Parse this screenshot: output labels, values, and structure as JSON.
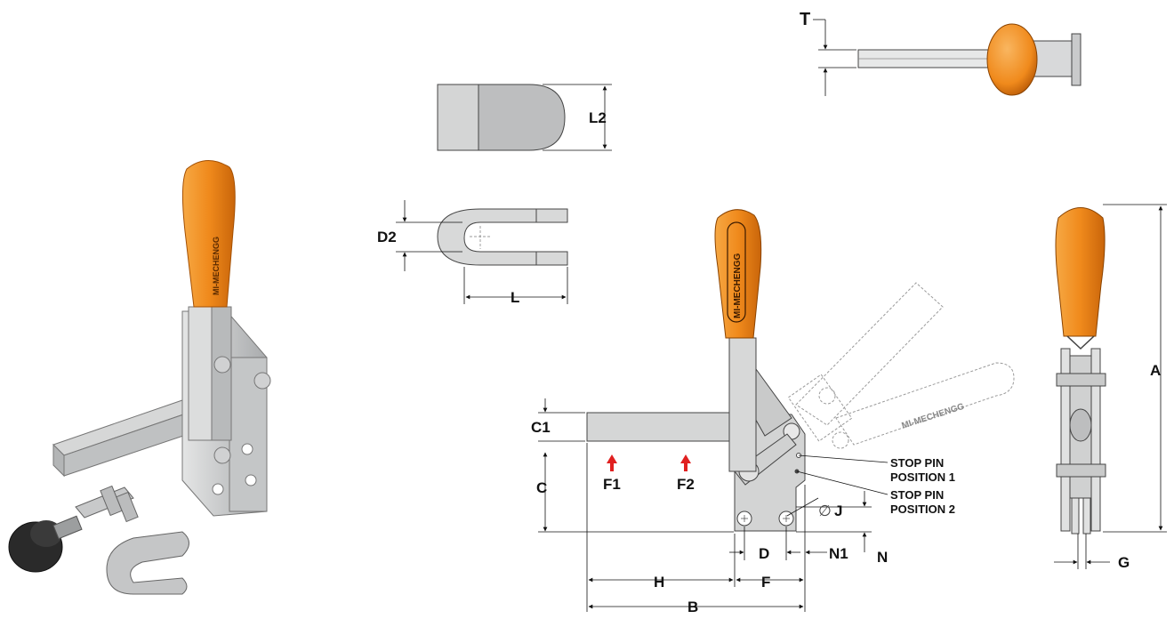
{
  "labels": {
    "T": "T",
    "L2": "L2",
    "D2": "D2",
    "L": "L",
    "A": "A",
    "C1": "C1",
    "C": "C",
    "F1": "F1",
    "F2": "F2",
    "J": "J",
    "D": "D",
    "N1": "N1",
    "N": "N",
    "H": "H",
    "F": "F",
    "B": "B",
    "G": "G",
    "stop_pin_1_line1": "STOP PIN",
    "stop_pin_1_line2": "POSITION 1",
    "stop_pin_2_line1": "STOP PIN",
    "stop_pin_2_line2": "POSITION 2",
    "diameter_symbol": "∅"
  },
  "handle_brand": "MI-MECHENGG",
  "colors": {
    "handle": "#f08a1c",
    "handle_dark": "#c9650a",
    "steel": "#cfd0d0",
    "steel_dark": "#8d8f91",
    "force_arrow": "#e02020",
    "rubber": "#2a2a2a"
  }
}
